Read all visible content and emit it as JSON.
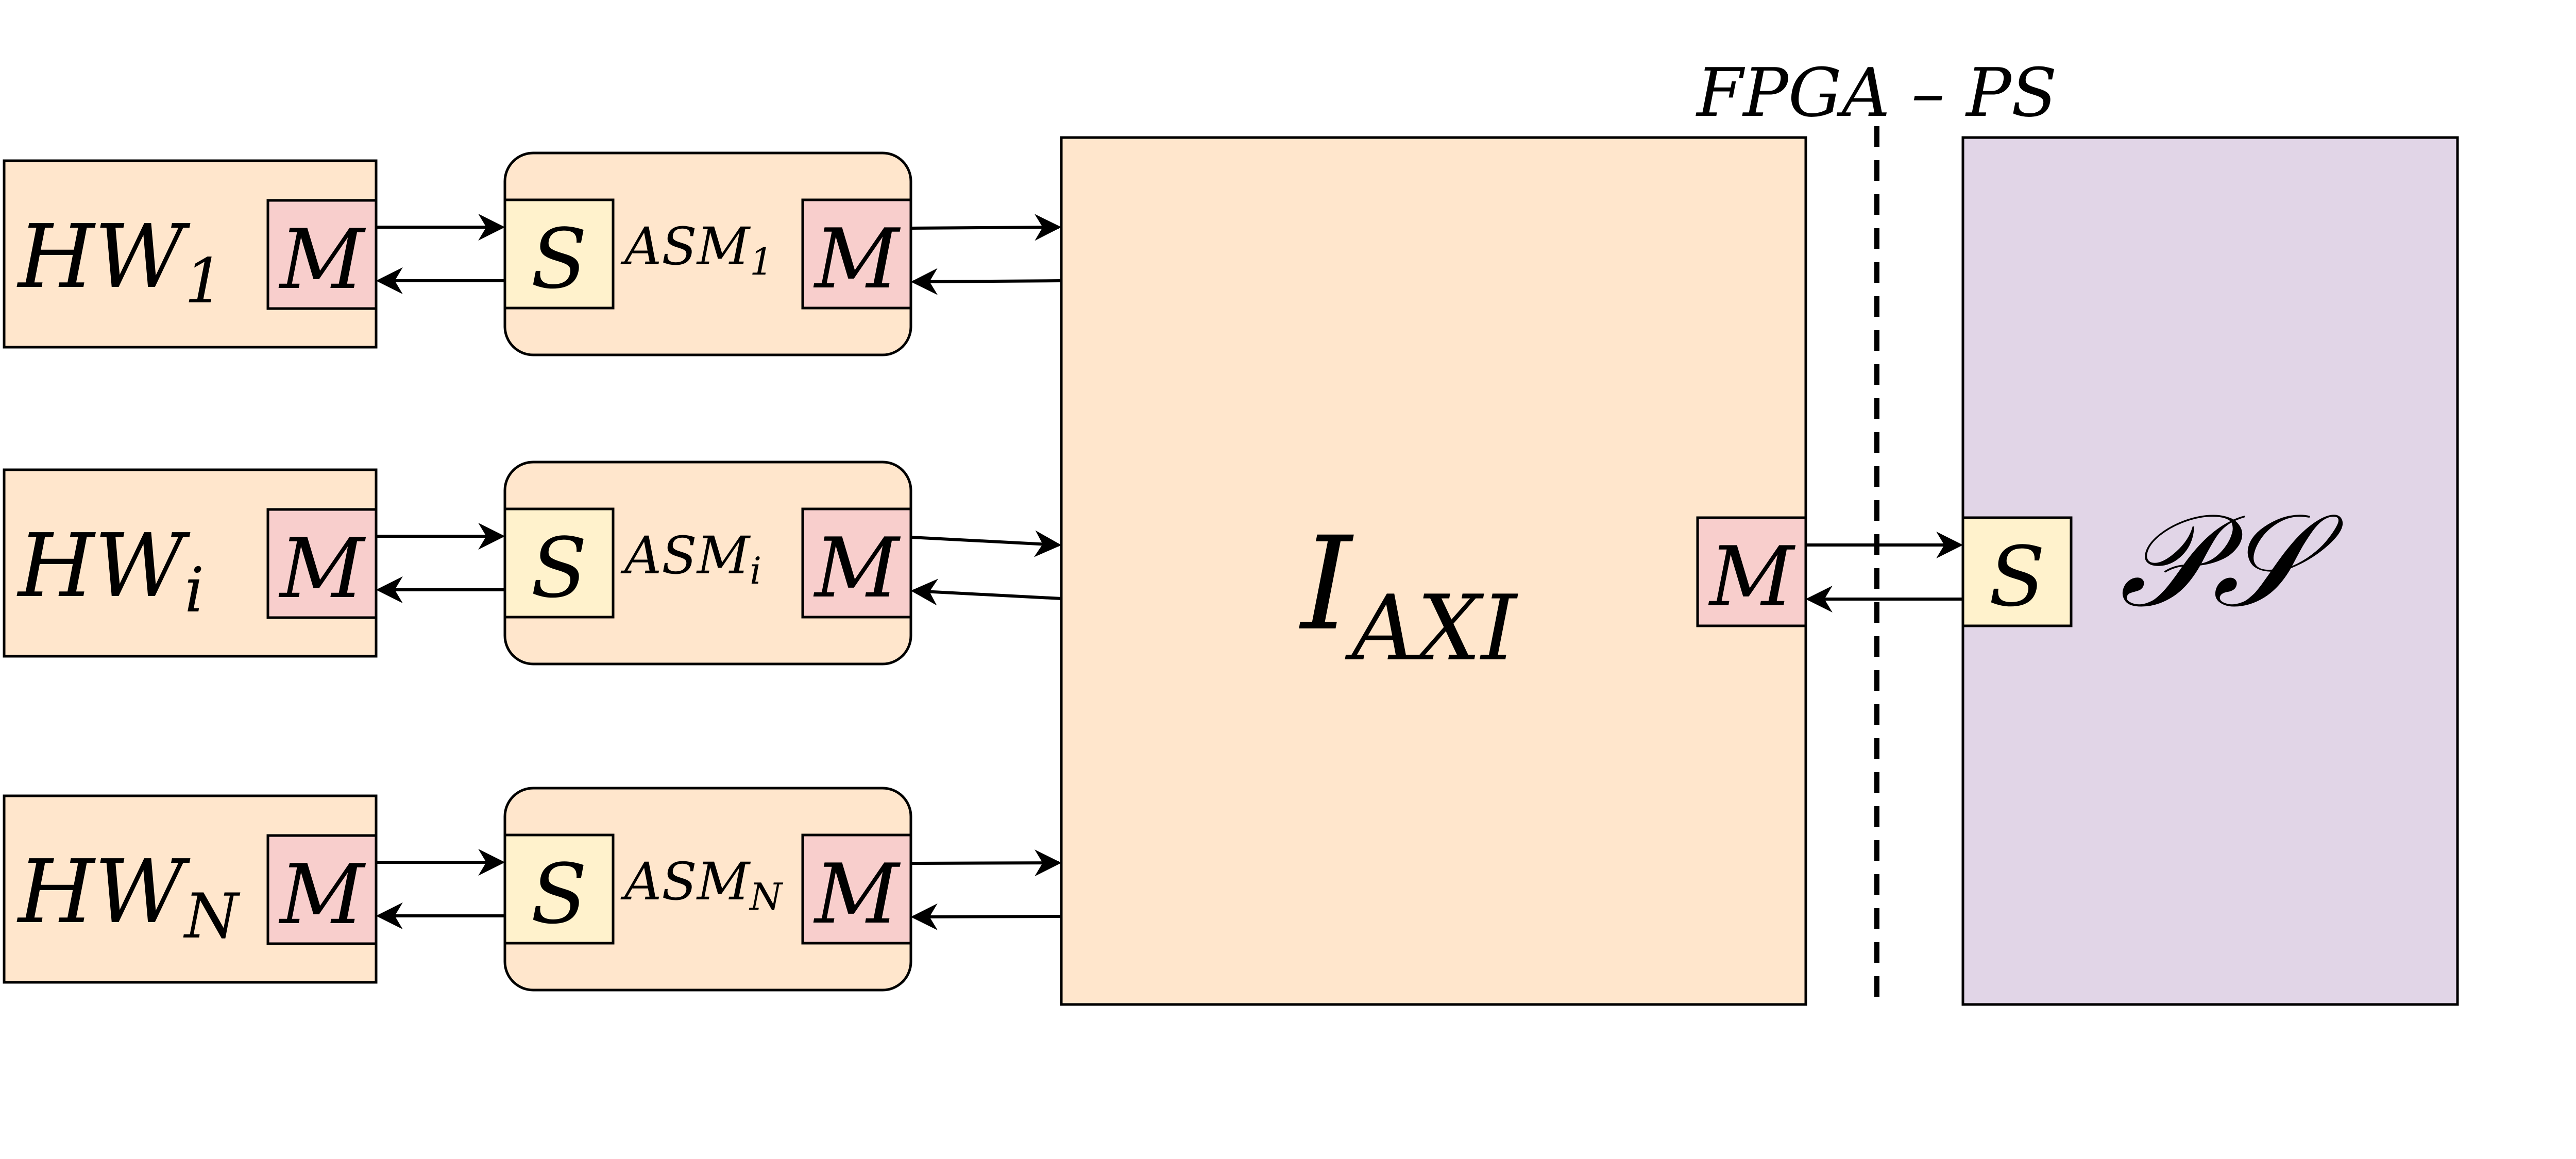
{
  "colors": {
    "peach": "#ffe6cc",
    "master_pink": "#f8cecc",
    "slave_yellow": "#fff2cc",
    "ps_lavender": "#e1d5e7",
    "stroke": "#000000"
  },
  "hardware_blocks": [
    {
      "base": "HW",
      "sub": "1"
    },
    {
      "base": "HW",
      "sub": "i"
    },
    {
      "base": "HW",
      "sub": "N"
    }
  ],
  "asm_blocks": [
    {
      "base": "ASM",
      "sub": "1"
    },
    {
      "base": "ASM",
      "sub": "i"
    },
    {
      "base": "ASM",
      "sub": "N"
    }
  ],
  "port_labels": {
    "master": "M",
    "slave": "S"
  },
  "interconnect": {
    "base": "I",
    "sub": "AXI"
  },
  "boundary_label": "FPGA – PS",
  "ps_label": "𝒫𝒮"
}
